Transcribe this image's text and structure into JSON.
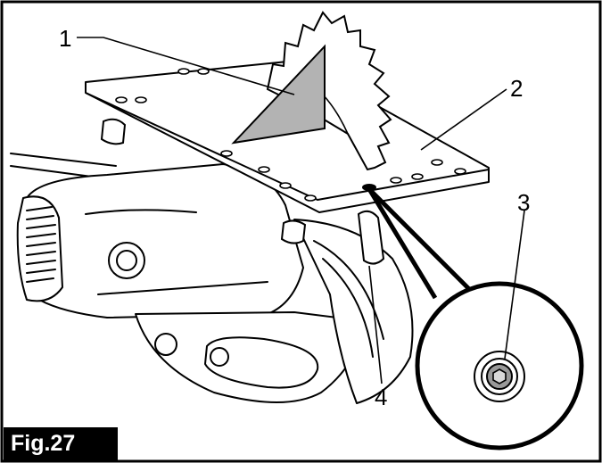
{
  "figure": {
    "label": "Fig.27",
    "callouts": [
      "1",
      "2",
      "3",
      "4"
    ]
  },
  "colors": {
    "ink": "#000000",
    "gray_fill": "#b3b3b3",
    "background": "#ffffff"
  },
  "icons": [
    "circular-saw-blade-icon",
    "riving-knife-icon",
    "hex-socket-bolt-icon"
  ]
}
